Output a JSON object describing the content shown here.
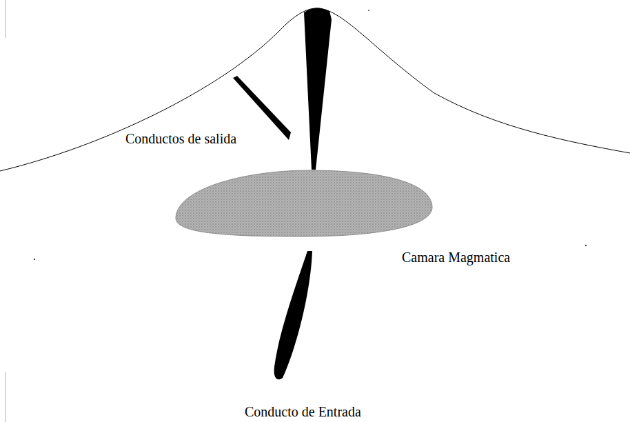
{
  "diagram": {
    "labels": [
      "Conductos de salida",
      "Camara Magmatica",
      "Conducto de Entrada"
    ]
  }
}
